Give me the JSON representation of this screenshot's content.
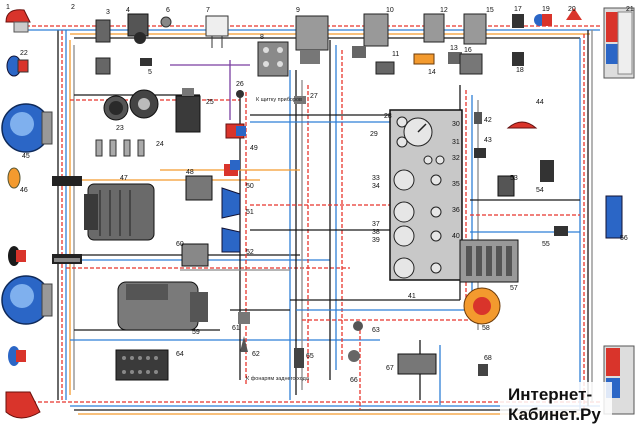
{
  "diagram": {
    "component_numbers": [
      "1",
      "2",
      "3",
      "4",
      "5",
      "6",
      "7",
      "8",
      "9",
      "10",
      "11",
      "12",
      "13",
      "14",
      "15",
      "16",
      "17",
      "18",
      "19",
      "20",
      "21",
      "22",
      "23",
      "24",
      "25",
      "26",
      "27",
      "28",
      "29",
      "30",
      "31",
      "32",
      "33",
      "34",
      "35",
      "36",
      "37",
      "38",
      "39",
      "40",
      "41",
      "42",
      "43",
      "44",
      "45",
      "46",
      "47",
      "48",
      "49",
      "50",
      "51",
      "52",
      "53",
      "54",
      "55",
      "56",
      "57",
      "58",
      "59",
      "60",
      "61",
      "62",
      "63",
      "64",
      "65",
      "66",
      "67",
      "68"
    ],
    "annotations": {
      "to_dashboard": "К щитку приборов",
      "to_reverse_lights": "К фонарям заднего хода"
    },
    "wire_colors": {
      "red": "#e8352c",
      "blue": "#2f7fd6",
      "black": "#1a1a1a",
      "orange": "#f39a2e",
      "grey": "#8a8a8a",
      "violet": "#7a3fa0",
      "yellow": "#f4cf2a"
    }
  },
  "watermark": {
    "line1": "Интернет-",
    "line2": "Кабинет.Ру"
  }
}
